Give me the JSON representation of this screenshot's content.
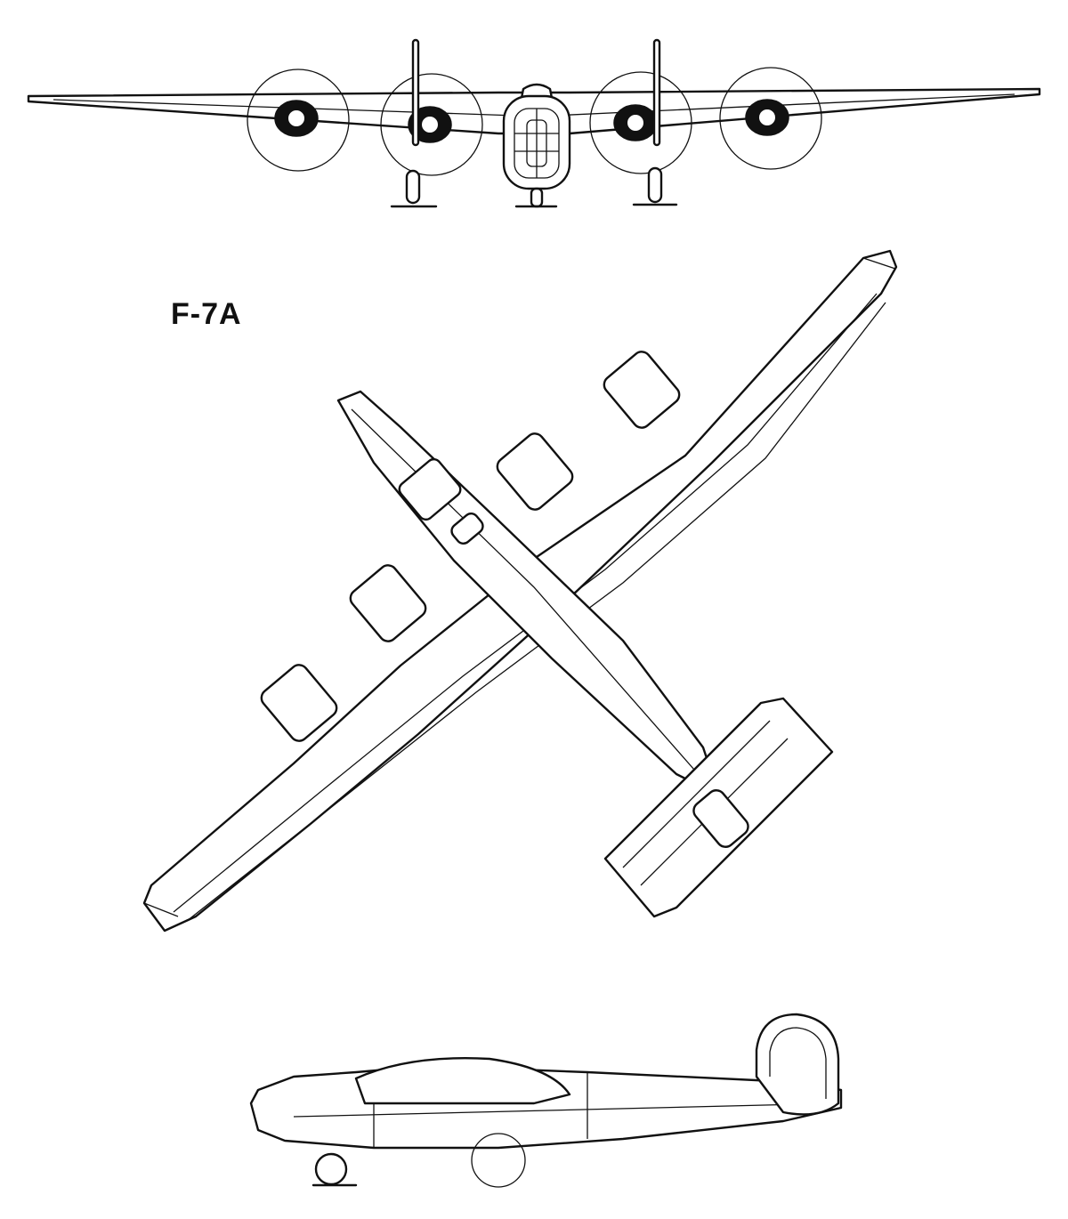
{
  "drawing": {
    "designation": "F-7A",
    "views": [
      "front-view",
      "plan-view",
      "side-view"
    ]
  },
  "colors": {
    "ink": "#111111",
    "paper": "#ffffff"
  }
}
